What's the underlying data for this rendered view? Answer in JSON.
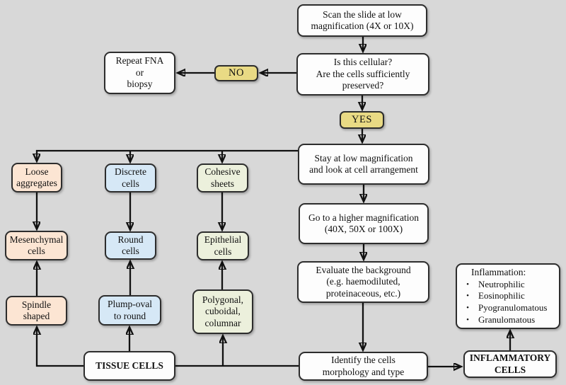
{
  "palette": {
    "background": "#d8d8d8",
    "box_border": "#2d2d2d",
    "white_box": "#fdfdfd",
    "peach_box": "#fce5d3",
    "blue_box": "#d6e8f6",
    "green_box": "#ecf0dc",
    "yellow_box": "#e9da84",
    "arrow": "#111111"
  },
  "nodes": {
    "scan": {
      "label": "Scan the slide at low\nmagnification (4X or 10X)"
    },
    "cellular_check": {
      "label": "Is this cellular?\nAre the cells sufficiently\npreserved?"
    },
    "no": {
      "label": "NO"
    },
    "yes": {
      "label": "YES"
    },
    "repeat_fna": {
      "label": "Repeat FNA\nor\nbiopsy"
    },
    "stay_low": {
      "label": "Stay at low magnification\nand look at cell arrangement"
    },
    "loose_aggregates": {
      "label": "Loose\naggregates"
    },
    "discrete_cells": {
      "label": "Discrete\ncells"
    },
    "cohesive_sheets": {
      "label": "Cohesive\nsheets"
    },
    "mesenchymal_cells": {
      "label": "Mesenchymal\ncells"
    },
    "round_cells": {
      "label": "Round\ncells"
    },
    "epithelial_cells": {
      "label": "Epithelial\ncells"
    },
    "spindle_shaped": {
      "label": "Spindle\nshaped"
    },
    "plump_oval": {
      "label": "Plump-oval\nto round"
    },
    "polygonal": {
      "label": "Polygonal,\ncuboidal,\ncolumnar"
    },
    "higher_mag": {
      "label": "Go to a higher magnification\n(40X, 50X or 100X)"
    },
    "evaluate_background": {
      "label": "Evaluate the background\n(e.g. haemodiluted,\nproteinaceous, etc.)"
    },
    "identify": {
      "label": "Identify the cells\nmorphology and  type"
    },
    "tissue_cells": {
      "label": "TISSUE CELLS"
    },
    "inflammatory_cells": {
      "label": "INFLAMMATORY\nCELLS"
    },
    "inflammation": {
      "title": "Inflammation:",
      "items": [
        "Neutrophilic",
        "Eosinophilic",
        "Pyogranulomatous",
        "Granulomatous"
      ]
    }
  }
}
